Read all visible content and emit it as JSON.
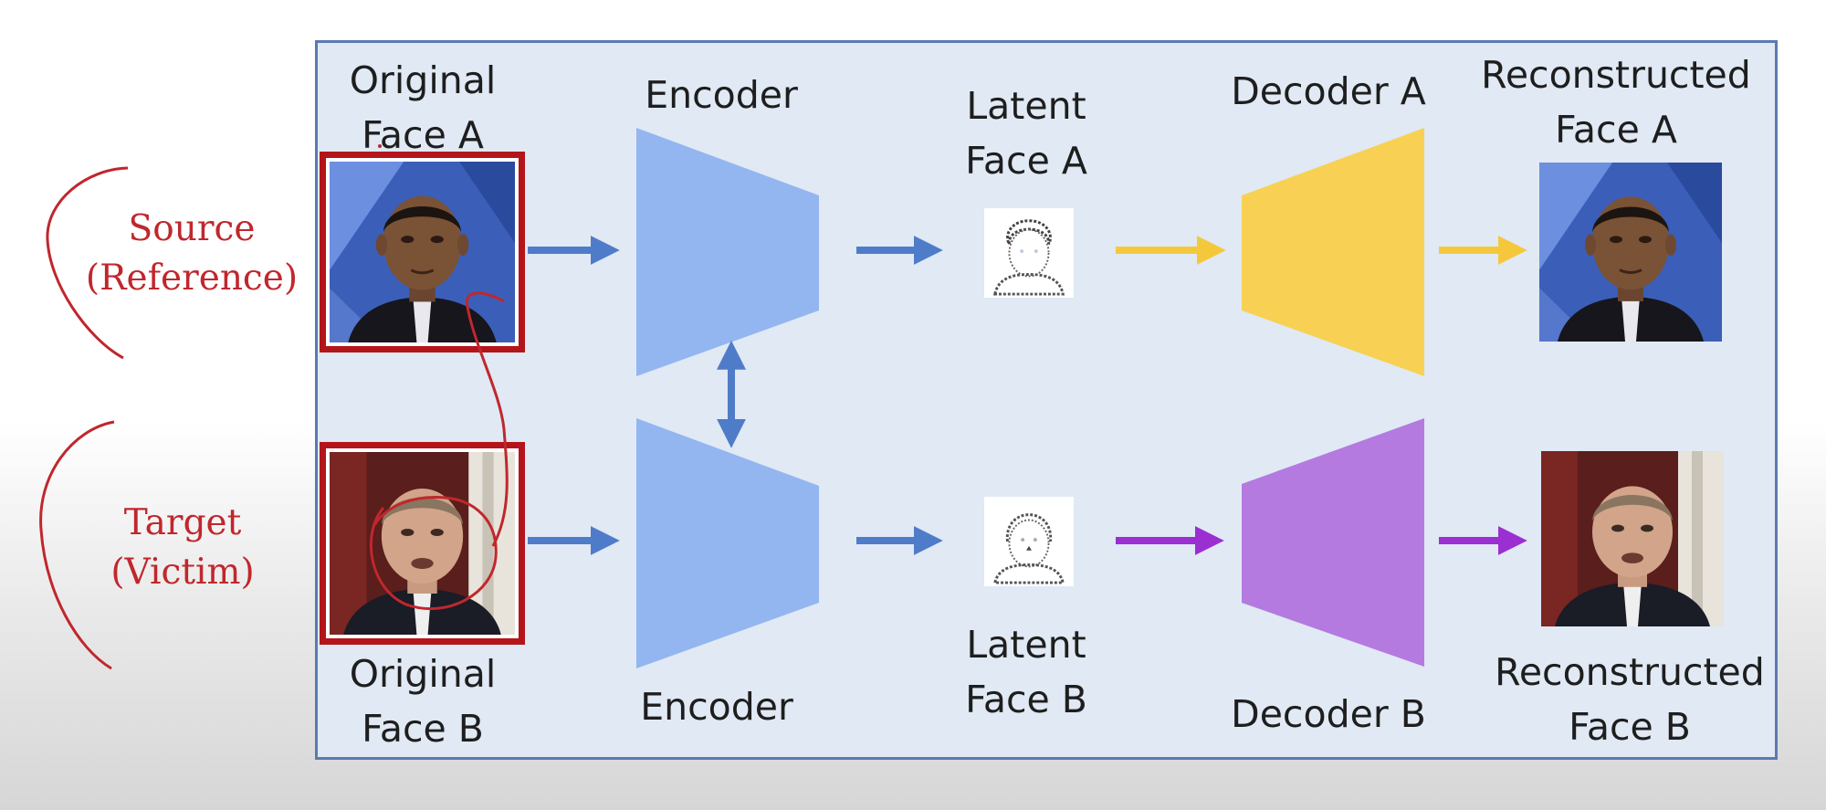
{
  "annotations": {
    "source": "Source\n(Reference)",
    "target": "Target\n(Victim)"
  },
  "diagram": {
    "top_row": {
      "original": "Original\nFace A",
      "encoder": "Encoder",
      "latent": "Latent\nFace A",
      "decoder": "Decoder A",
      "reconstructed": "Reconstructed\nFace A"
    },
    "bottom_row": {
      "original": "Original\nFace B",
      "encoder": "Encoder",
      "latent": "Latent\nFace B",
      "decoder": "Decoder B",
      "reconstructed": "Reconstructed\nFace B"
    }
  },
  "colors": {
    "panel_bg": "#e0e9f4",
    "panel_border": "#5b7ab0",
    "encoder": "#93b6f0",
    "arrow_blue": "#4f7cc8",
    "decoder_a": "#f8d154",
    "decoder_b": "#b47ae0",
    "arrow_yellow": "#f5c83c",
    "arrow_purple": "#9b2fd2",
    "annotation_red": "#c0272d"
  }
}
